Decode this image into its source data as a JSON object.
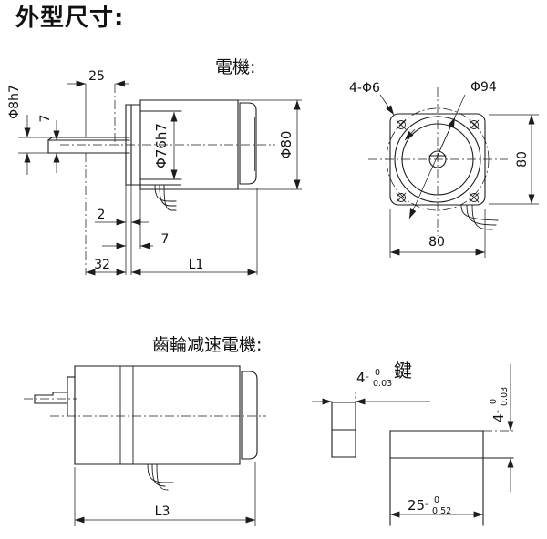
{
  "title": "外型尺寸:",
  "labels": {
    "motor": "電機:",
    "gear_motor": "齒輪减速電機:",
    "key": "鍵"
  },
  "motor_side": {
    "shaft_extension": "25",
    "shaft_diameter": "Φ8h7",
    "shaft_flat_height": "7",
    "pilot_diameter": "Φ76h7",
    "body_diameter": "Φ80",
    "boss_step": "2",
    "flange_thickness": "7",
    "front_length": "32",
    "body_length": "L1"
  },
  "motor_front": {
    "mounting_holes": "4-Φ6",
    "bolt_circle": "Φ94",
    "flange_height": "80",
    "flange_width": "80"
  },
  "gear_motor": {
    "total_length": "L3"
  },
  "key": {
    "width": {
      "value": "4",
      "sign": "-",
      "upper": "0",
      "lower": "0.03"
    },
    "height": {
      "value": "4",
      "sign": "-",
      "upper": "0",
      "lower": "0.03"
    },
    "length": {
      "value": "25",
      "sign": "-",
      "upper": "0",
      "lower": "0.52"
    }
  }
}
